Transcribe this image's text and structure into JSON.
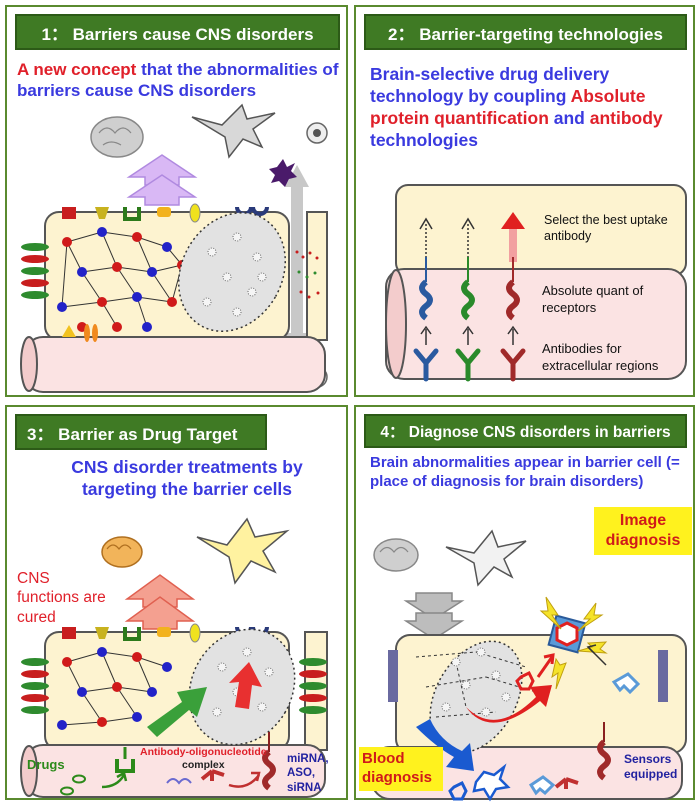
{
  "panel1": {
    "title": "1： Barriers cause CNS disorders",
    "desc_part1": "A new concept",
    "desc_part2": " that the abnormalities of barriers cause CNS disorders"
  },
  "panel2": {
    "title": "2： Barrier-targeting technologies",
    "desc_part1": "Brain-selective drug delivery technology by coupling ",
    "desc_part2": "Absolute protein quantification",
    "desc_part3": " and ",
    "desc_part4": "antibody",
    "desc_part5": " technologies",
    "label_select": "Select the best uptake antibody",
    "label_quant": "Absolute quant of receptors",
    "label_antibodies": "Antibodies for extracellular regions"
  },
  "panel3": {
    "title": "3： Barrier as Drug Target",
    "desc": "CNS disorder treatments by targeting the barrier cells",
    "label_cured": "CNS functions are cured",
    "label_drugs": "Drugs",
    "label_antibody_oligo": "Antibody-oligonucleotide",
    "label_complex": "complex",
    "label_mirna": "miRNA, ASO, siRNA"
  },
  "panel4": {
    "title": "4： Diagnose CNS disorders in barriers",
    "desc": "Brain abnormalities appear in barrier cell (= place of diagnosis for brain disorders)",
    "label_image": "Image diagnosis",
    "label_blood": "Blood diagnosis",
    "label_sensors": "Sensors equipped"
  },
  "colors": {
    "panel_border": "#5a8a2f",
    "title_bg": "#3f7a24",
    "accent_blue": "#3a3adf",
    "accent_red": "#e0202a",
    "cell_fill": "#fdf3d0",
    "vessel_fill": "#fbe3e3"
  }
}
